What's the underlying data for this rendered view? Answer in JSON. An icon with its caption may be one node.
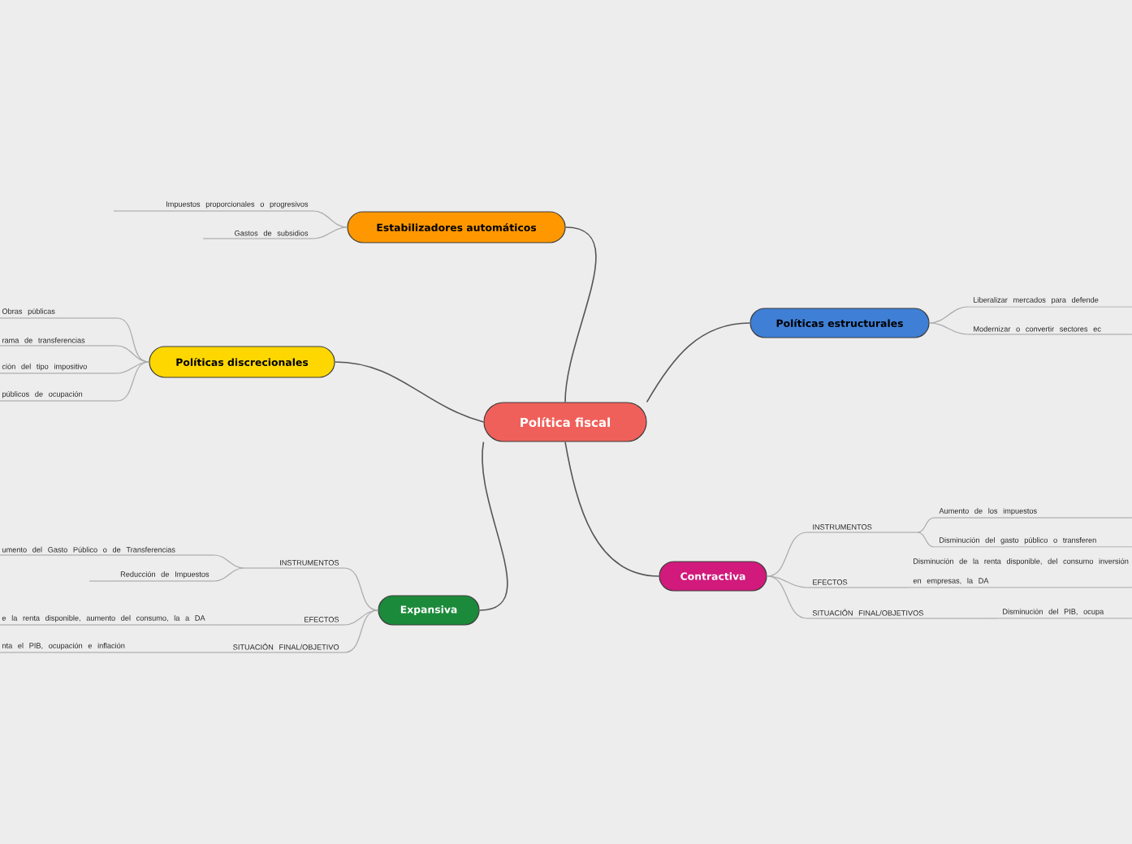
{
  "diagram": {
    "nodes": [
      {
        "text": [
          "Política fiscal"
        ]
      },
      {
        "text": [
          "Estabilizadores automáticos"
        ]
      },
      {
        "text": [
          "Impuestos proporcionales o progresivos"
        ]
      },
      {
        "text": [
          "Gastos de subsidios"
        ]
      },
      {
        "text": [
          "Políticas discrecionales"
        ]
      },
      {
        "text": [
          "Obras públicas"
        ]
      },
      {
        "text": [
          "rama de transferencias"
        ]
      },
      {
        "text": [
          "ción del tipo impositivo"
        ]
      },
      {
        "text": [
          "públicos de ocupación"
        ]
      },
      {
        "text": [
          "Políticas estructurales"
        ]
      },
      {
        "text": [
          "Liberalizar mercados para defende"
        ]
      },
      {
        "text": [
          "Modernizar o convertir sectores ec"
        ]
      },
      {
        "text": [
          "Contractiva"
        ]
      },
      {
        "text": [
          "INSTRUMENTOS"
        ]
      },
      {
        "text": [
          "Aumento de los impuestos"
        ]
      },
      {
        "text": [
          "Disminución del gasto público o transferen"
        ]
      },
      {
        "text": [
          "EFECTOS"
        ]
      },
      {
        "text": [
          "Disminución de la renta disponible, del consumo inversión en empresas, la DA"
        ]
      },
      {
        "text": [
          "SITUACIÓN FINAL/OBJETIVOS"
        ]
      },
      {
        "text": [
          "Disminución del PIB, ocupa"
        ]
      },
      {
        "text": [
          "Expansiva"
        ]
      },
      {
        "text": [
          "INSTRUMENTOS"
        ]
      },
      {
        "text": [
          "umento del Gasto Público o de Transferencias"
        ]
      },
      {
        "text": [
          "Reducción de Impuestos"
        ]
      },
      {
        "text": [
          "EFECTOS"
        ]
      },
      {
        "text": [
          "e la renta disponible, aumento del consumo, la a DA"
        ]
      },
      {
        "text": [
          "SITUACIÓN FINAL/OBJETIVO"
        ]
      },
      {
        "text": [
          "nta el PIB, ocupación e inflación"
        ]
      }
    ],
    "edges": [
      {
        "from": 0,
        "to": 1,
        "arrow": "none",
        "color": "#555555"
      },
      {
        "from": 0,
        "to": 4,
        "arrow": "none",
        "color": "#555555"
      },
      {
        "from": 0,
        "to": 9,
        "arrow": "none",
        "color": "#555555"
      },
      {
        "from": 0,
        "to": 12,
        "arrow": "none",
        "color": "#555555"
      },
      {
        "from": 0,
        "to": 20,
        "arrow": "none",
        "color": "#555555"
      },
      {
        "from": 1,
        "to": 2,
        "arrow": "none"
      },
      {
        "from": 1,
        "to": 3,
        "arrow": "none"
      },
      {
        "from": 4,
        "to": 5,
        "arrow": "none"
      },
      {
        "from": 4,
        "to": 6,
        "arrow": "none"
      },
      {
        "from": 4,
        "to": 7,
        "arrow": "none"
      },
      {
        "from": 4,
        "to": 8,
        "arrow": "none"
      },
      {
        "from": 9,
        "to": 10,
        "arrow": "none"
      },
      {
        "from": 9,
        "to": 11,
        "arrow": "none"
      },
      {
        "from": 12,
        "to": 13,
        "arrow": "none"
      },
      {
        "from": 12,
        "to": 16,
        "arrow": "none"
      },
      {
        "from": 12,
        "to": 18,
        "arrow": "none"
      },
      {
        "from": 13,
        "to": 14,
        "arrow": "none"
      },
      {
        "from": 13,
        "to": 15,
        "arrow": "none"
      },
      {
        "from": 16,
        "to": 17,
        "arrow": "none"
      },
      {
        "from": 18,
        "to": 19,
        "arrow": "none"
      },
      {
        "from": 20,
        "to": 21,
        "arrow": "none"
      },
      {
        "from": 20,
        "to": 24,
        "arrow": "none"
      },
      {
        "from": 20,
        "to": 26,
        "arrow": "none"
      },
      {
        "from": 21,
        "to": 22,
        "arrow": "none"
      },
      {
        "from": 21,
        "to": 23,
        "arrow": "none"
      },
      {
        "from": 24,
        "to": 25,
        "arrow": "none"
      },
      {
        "from": 26,
        "to": 27,
        "arrow": "none"
      }
    ]
  }
}
